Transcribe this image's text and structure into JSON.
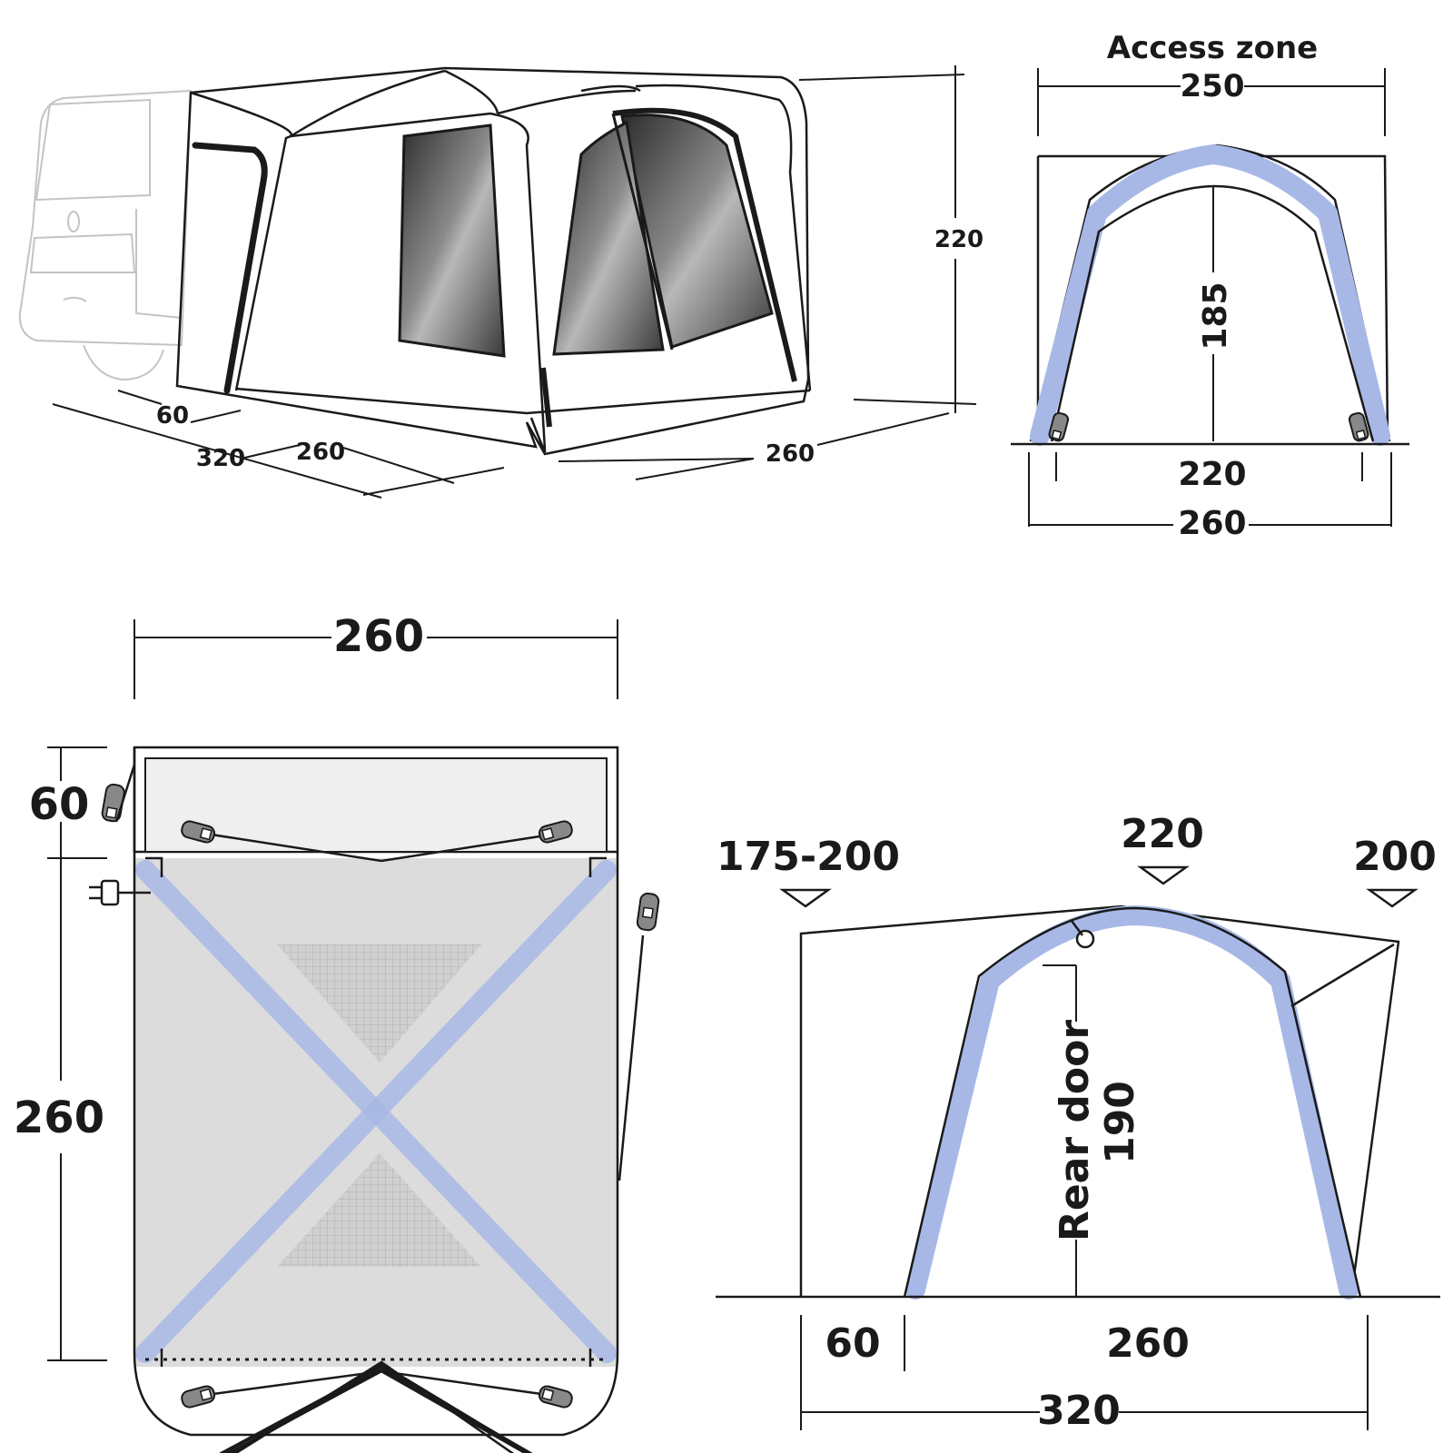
{
  "colors": {
    "line": "#1a1a1a",
    "pole": "#a8b8e6",
    "floor": "#dcdcdc",
    "canopy": "#efefef",
    "van": "#c4c4c4"
  },
  "perspective_view": {
    "height_label": "220",
    "depth_top_label": "60",
    "depth_mid_label": "260",
    "depth_total_label": "320",
    "width_label": "260"
  },
  "front_view": {
    "title": "Access zone",
    "access_width_label": "250",
    "inner_height_label": "185",
    "inner_width_label": "220",
    "outer_width_label": "260"
  },
  "floor_plan": {
    "width_label": "260",
    "canopy_depth_label": "60",
    "floor_depth_label": "260"
  },
  "side_view": {
    "left_height_label": "175-200",
    "peak_height_label": "220",
    "right_height_label": "200",
    "rear_door_label": "Rear door",
    "rear_door_height_label": "190",
    "canopy_depth_label": "60",
    "main_depth_label": "260",
    "total_depth_label": "320"
  }
}
